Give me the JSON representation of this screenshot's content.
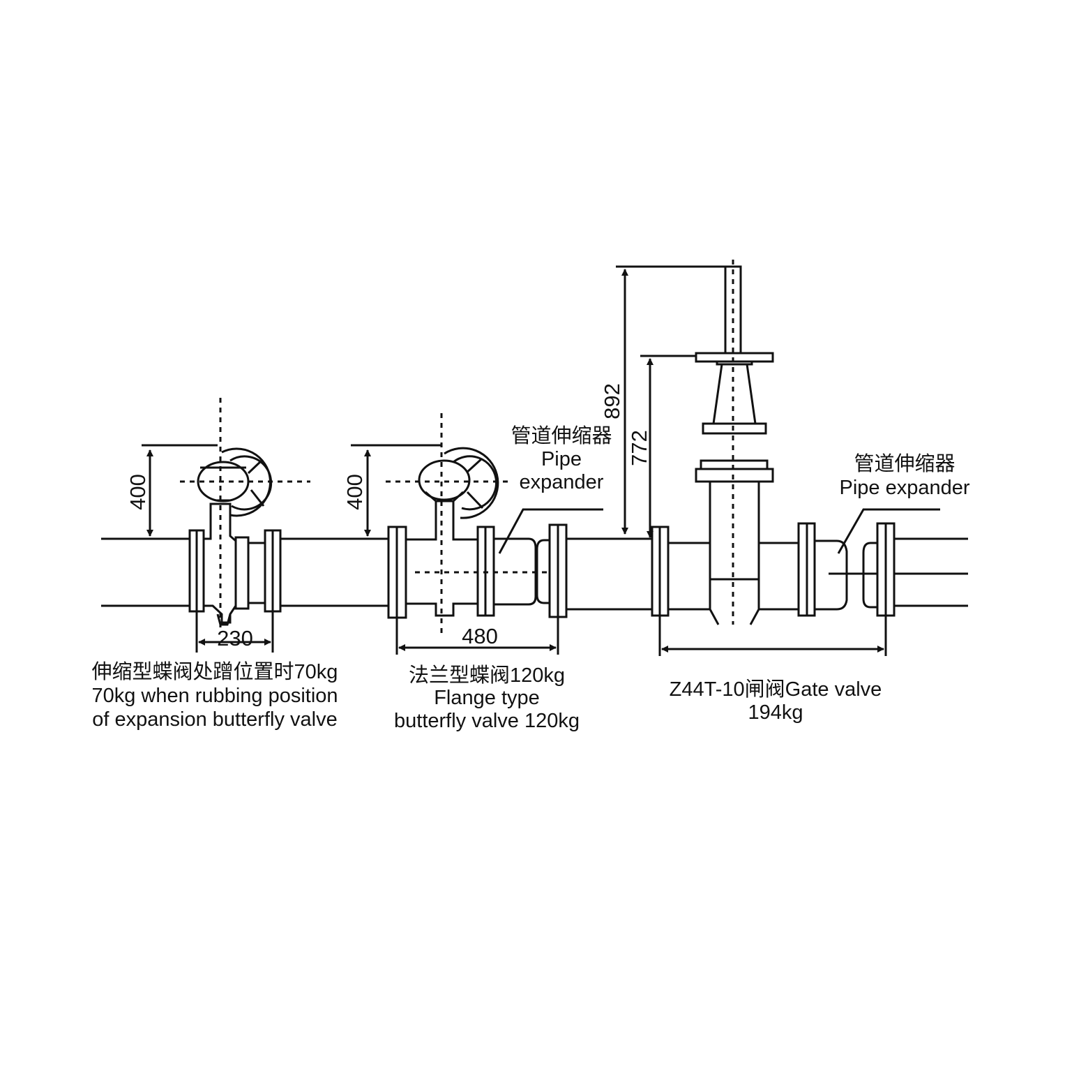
{
  "dimensions": {
    "left_height": "400",
    "left_width": "230",
    "middle_height": "400",
    "middle_width": "480",
    "gate_total_height": "892",
    "gate_body_height": "772"
  },
  "labels": {
    "left_valve": [
      "伸缩型蝶阀处蹭位置时70kg",
      "70kg when rubbing position",
      "of expansion butterfly valve"
    ],
    "middle_valve": [
      "法兰型蝶阀120kg",
      "Flange type",
      "butterfly valve 120kg"
    ],
    "gate_valve": [
      "Z44T-10闸阀Gate valve",
      "194kg"
    ],
    "expander_1": [
      "管道伸缩器",
      "Pipe",
      "expander"
    ],
    "expander_2": [
      "管道伸缩器",
      "Pipe expander"
    ]
  }
}
